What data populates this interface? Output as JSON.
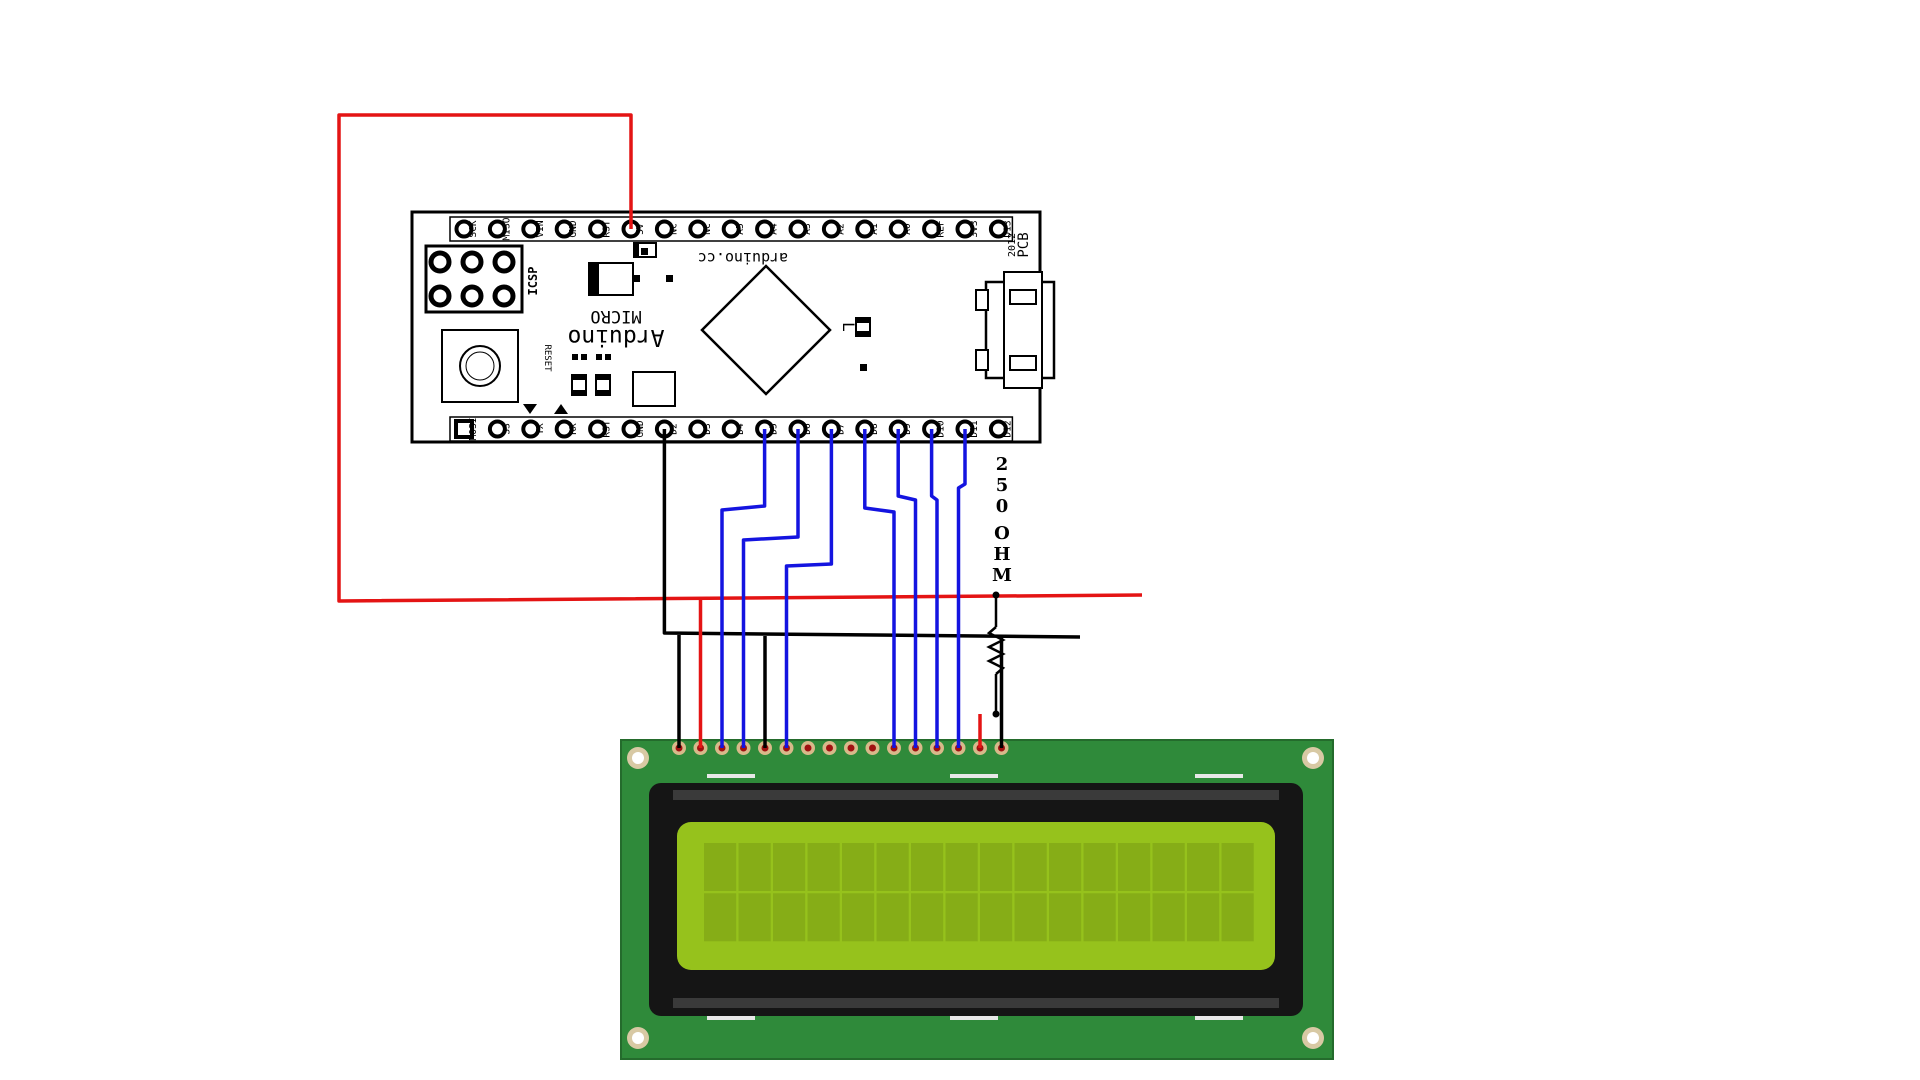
{
  "colors": {
    "wire_power": "#e41414",
    "wire_ground": "#000000",
    "wire_data": "#1414e0",
    "lcd_pcb": "#2f8a3a",
    "lcd_bezel": "#151515",
    "lcd_glass": "#96c21c",
    "lcd_cell": "#86ad17"
  },
  "board": {
    "brand": "arduino.cc",
    "name": "Arduino",
    "model": "MICRO",
    "icsp_label": "ICSP",
    "reset_label": "RESET",
    "led_label": "L",
    "pcb_label": "PCB",
    "year_label": "2012",
    "top_pins": [
      "SCK",
      "MISO",
      "VIN",
      "GND",
      "RST",
      "5V",
      "NC",
      "NC",
      "A5",
      "A4",
      "A3",
      "A2",
      "A1",
      "A0",
      "REF",
      "3V3",
      "D13"
    ],
    "bottom_pins": [
      "MOSI",
      "SS",
      "TX",
      "RX",
      "RST",
      "GND",
      "D2",
      "D3",
      "D4",
      "D5",
      "D6",
      "D7",
      "D8",
      "D9",
      "D10",
      "D11",
      "D12"
    ]
  },
  "resistor": {
    "value_chars": [
      "2",
      "5",
      "0"
    ],
    "unit_chars": [
      "O",
      "H",
      "M"
    ]
  },
  "lcd": {
    "pin_count": 16,
    "columns": 16,
    "rows": 2
  }
}
